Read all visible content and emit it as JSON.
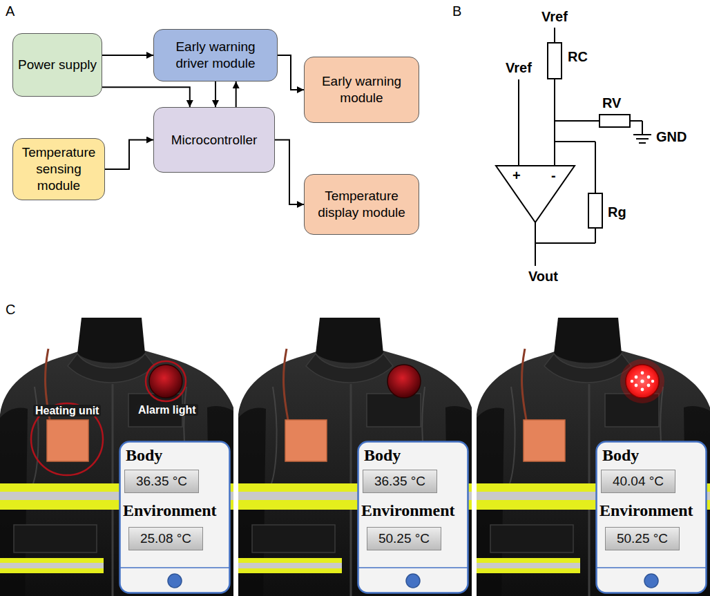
{
  "diagram": {
    "nodes": [
      {
        "text": [
          "Power supply"
        ]
      },
      {
        "text": [
          "Early warning driver module"
        ]
      },
      {
        "text": [
          "Early warning module"
        ]
      },
      {
        "text": [
          "Microcontroller"
        ]
      },
      {
        "text": [
          "Temperature sensing module"
        ]
      },
      {
        "text": [
          "Temperature display module"
        ]
      },
      {
        "text": [
          "Body",
          "Environment"
        ]
      },
      {
        "text": [
          "36.35 °C"
        ],
        "in": 6
      },
      {
        "text": [
          "25.08 °C"
        ],
        "in": 6
      },
      {
        "text": [
          "Body",
          "Environment"
        ]
      },
      {
        "text": [
          "36.35 °C"
        ],
        "in": 9
      },
      {
        "text": [
          "50.25 °C"
        ],
        "in": 9
      },
      {
        "text": [
          "Body",
          "Environment"
        ]
      },
      {
        "text": [
          "40.04 °C"
        ],
        "in": 12
      },
      {
        "text": [
          "50.25 °C"
        ],
        "in": 12
      }
    ],
    "edges": [
      {
        "from": 0,
        "to": 1,
        "arrow": "to"
      },
      {
        "from": 0,
        "to": 3,
        "arrow": "to"
      },
      {
        "from": 1,
        "to": 3,
        "arrow": "to"
      },
      {
        "from": 3,
        "to": 1,
        "arrow": "to"
      },
      {
        "from": 1,
        "to": 2,
        "arrow": "to"
      },
      {
        "from": 4,
        "to": 3,
        "arrow": "to"
      },
      {
        "from": 3,
        "to": 5,
        "arrow": "to"
      }
    ],
    "labels": [
      "A",
      "B",
      "Vref",
      "Vref",
      "RC",
      "RV",
      "GND",
      "+",
      "-",
      "Rg",
      "Vout",
      "C",
      "Heating unit",
      "Alarm light"
    ]
  }
}
